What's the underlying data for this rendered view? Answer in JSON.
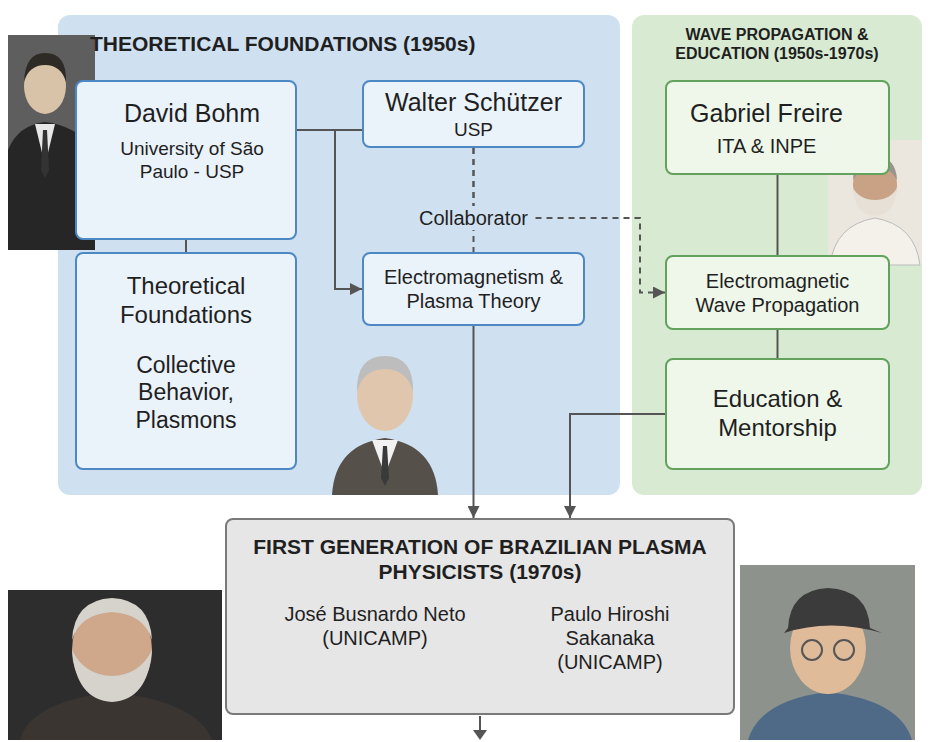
{
  "diagram": {
    "nodes": [
      {
        "text": [
          "THEORETICAL FOUNDATIONS (1950s)"
        ]
      },
      {
        "text": [
          "David Bohm",
          "University of São Paulo - USP"
        ],
        "in": 0
      },
      {
        "text": [
          "Walter Schützer",
          "USP"
        ],
        "in": 0
      },
      {
        "text": [
          "Theoretical Foundations",
          "Collective Behavior, Plasmons"
        ],
        "in": 0
      },
      {
        "text": [
          "Electromagnetism & Plasma Theory"
        ],
        "in": 0
      },
      {
        "text": [
          "WAVE PROPAGATION & EDUCATION (1950s-1970s)"
        ]
      },
      {
        "text": [
          "Gabriel Freire",
          "ITA & INPE"
        ],
        "in": 5
      },
      {
        "text": [
          "Electromagnetic Wave Propagation"
        ],
        "in": 5
      },
      {
        "text": [
          "Education & Mentorship"
        ],
        "in": 5
      },
      {
        "text": [
          "FIRST GENERATION OF BRAZILIAN PLASMA PHYSICISTS (1970s)",
          "José Busnardo Neto (UNICAMP)",
          "Paulo Hiroshi Sakanaka (UNICAMP)"
        ]
      }
    ],
    "edges": [
      {
        "from": 1,
        "to": 2,
        "arrow": "none"
      },
      {
        "from": 1,
        "to": 4,
        "arrow": "to"
      },
      {
        "from": 1,
        "to": 3,
        "arrow": "none"
      },
      {
        "from": 2,
        "to": 4,
        "arrow": "none"
      },
      {
        "from": 2,
        "to": 7,
        "label": "Collaborator",
        "arrow": "to"
      },
      {
        "from": 6,
        "to": 7,
        "arrow": "none"
      },
      {
        "from": 7,
        "to": 8,
        "arrow": "none"
      },
      {
        "from": 4,
        "to": 9,
        "arrow": "to"
      },
      {
        "from": 8,
        "to": 9,
        "arrow": "to"
      }
    ]
  }
}
